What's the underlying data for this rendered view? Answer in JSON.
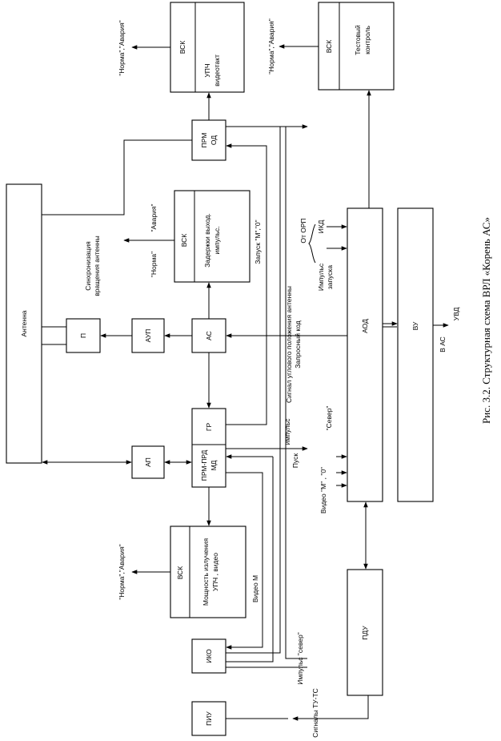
{
  "caption": "Рис. 3.2. Структурная схема ВРЛ «Корень АС»",
  "blocks": {
    "antenna": "Антенна",
    "p": "П",
    "aup": "АУП",
    "as": "АС",
    "ap": "АП",
    "prm_od": [
      "ПРМ",
      "ОД"
    ],
    "vsk1": "ВСК",
    "upch": [
      "УПЧ",
      "видеотакт"
    ],
    "vsk2": "ВСК",
    "test": [
      "Тестовый",
      "контроль"
    ],
    "vsk3": "ВСК",
    "delays": [
      "Задержки выход.",
      "импульс."
    ],
    "gr": "ГР",
    "prmprd": [
      "ПРМ-ПРД",
      "МД"
    ],
    "vsk4": "ВСК",
    "power": [
      "Мощность излучения",
      "УПЧ , видео"
    ],
    "iko": "ИКО",
    "piu": "ПИУ",
    "aod": "АОД",
    "vu": "ВУ",
    "pdu": "ПДУ"
  },
  "labels": {
    "norm_alarm": "\"Норма\",\"Авария\"",
    "norm": "\"Норма\"",
    "alarm": "\"Авария\"",
    "sync": [
      "Синхронизация",
      "вращения антенны"
    ],
    "launch_m0": "Запуск \"М\",\"0\"",
    "from_orp": "От ОРП",
    "ikd": "ИКД",
    "pulse_launch": [
      "Импульс",
      "запуска"
    ],
    "angle_signal": "Сигнал углового положения антенны",
    "request_code": "Запросный код",
    "north": "\"Север\"",
    "video_m0": "Видео \"М\" , \"0\"",
    "start_pulse": [
      "Пуск",
      "импульс"
    ],
    "video_m": "Видео  М",
    "pulse_north": "Импульс \"север\"",
    "signals_tutc": "Сигналы  ТУ-ТС",
    "vas": "В АС",
    "uvd": "УВД"
  }
}
